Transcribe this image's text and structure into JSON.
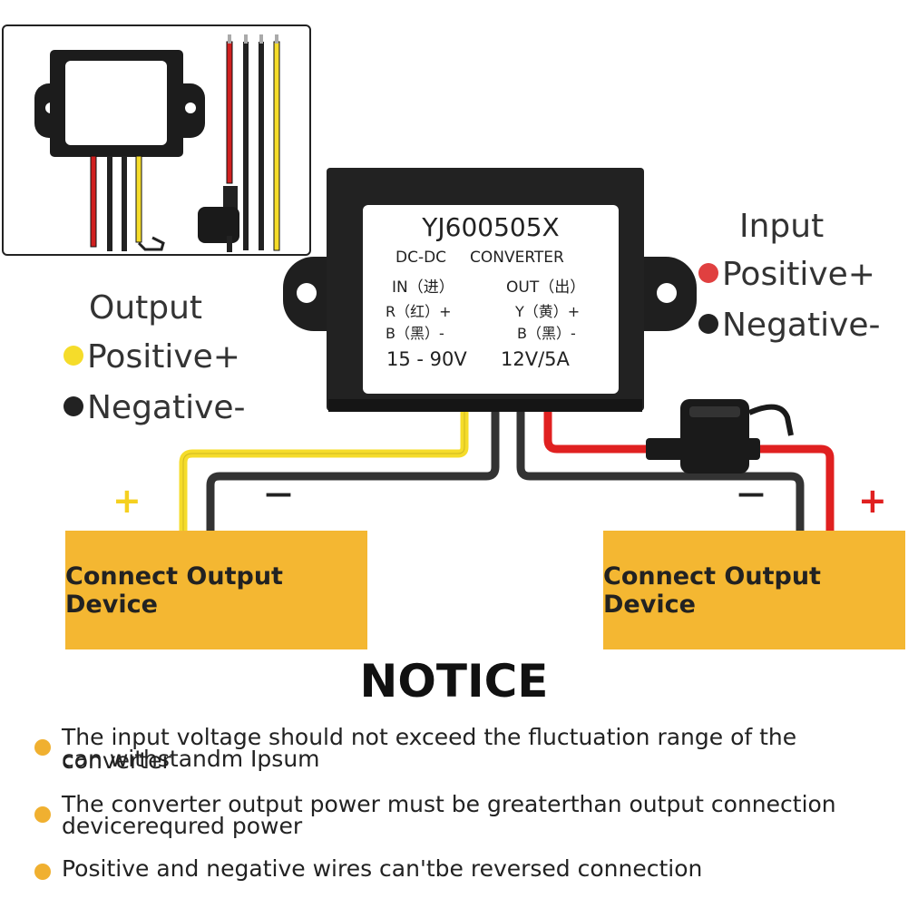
{
  "converter": {
    "model": "YJ600505X",
    "type_left": "DC-DC",
    "type_right": "CONVERTER",
    "in_label": "IN（进）",
    "out_label": "OUT（出）",
    "in_r": "R（红）+",
    "in_b": "B（黑）-",
    "out_y": "Y（黄）+",
    "out_b": "B（黑）-",
    "in_range": "15 - 90V",
    "out_rating": "12V/5A"
  },
  "output_legend": {
    "title": "Output",
    "positive": "Positive+",
    "negative": "Negative-",
    "positive_color": "#f5dc2a",
    "negative_color": "#222222"
  },
  "input_legend": {
    "title": "Input",
    "positive": "Positive+",
    "negative": "Negative-",
    "positive_color": "#e04040",
    "negative_color": "#222222"
  },
  "left_device": {
    "label": "Connect Output Device",
    "plus": "+",
    "minus": "—"
  },
  "right_device": {
    "label": "Connect Output Device",
    "plus": "+",
    "minus": "—"
  },
  "notice": {
    "title": "NOTICE",
    "items": [
      {
        "line1": "The input voltage should not exceed the fluctuation range of the converter",
        "line2": "can withstandm Ipsum"
      },
      {
        "line1": "The converter output power must be greaterthan output connection",
        "line2": "devicerequred power"
      },
      {
        "line1": "Positive and negative wires can'tbe reversed connection",
        "line2": ""
      }
    ],
    "bullet_color": "#f0b030"
  },
  "colors": {
    "box_body": "#1f1f1f",
    "device_fill": "#f4b732",
    "wire_red": "#e02020",
    "wire_yellow": "#f5dc2a",
    "wire_black": "#333333"
  }
}
